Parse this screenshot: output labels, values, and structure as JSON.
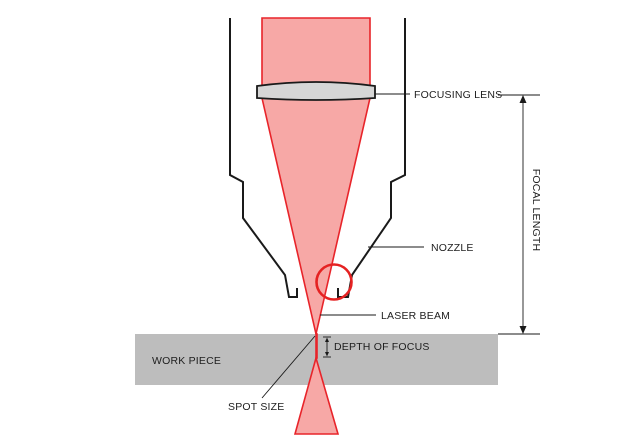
{
  "labels": {
    "focusing_lens": "FOCUSING LENS",
    "nozzle": "NOZZLE",
    "laser_beam": "LASER BEAM",
    "depth_of_focus": "DEPTH OF FOCUS",
    "work_piece": "WORK PIECE",
    "spot_size": "SPOT SIZE",
    "focal_length": "FOCAL LENGTH"
  },
  "colors": {
    "beam_fill": "#f7a8a6",
    "beam_edge": "#e8242a",
    "lens_fill": "#d6d6d6",
    "workpiece_fill": "#bdbdbd",
    "highlight_circle": "#e52222",
    "outline": "#1a1a1a"
  }
}
